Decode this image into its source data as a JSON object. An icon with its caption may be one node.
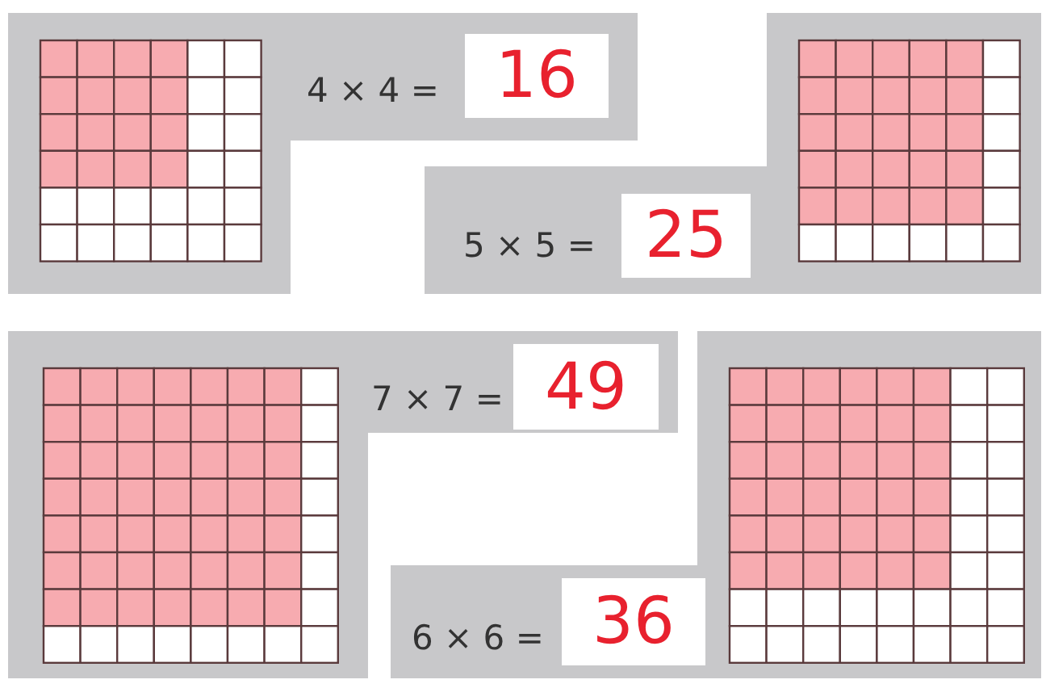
{
  "diagram": {
    "labels": [
      "4 × 4 =",
      "16",
      "5 × 5 =",
      "25",
      "7 × 7 =",
      "49",
      "6 × 6 =",
      "36"
    ]
  }
}
